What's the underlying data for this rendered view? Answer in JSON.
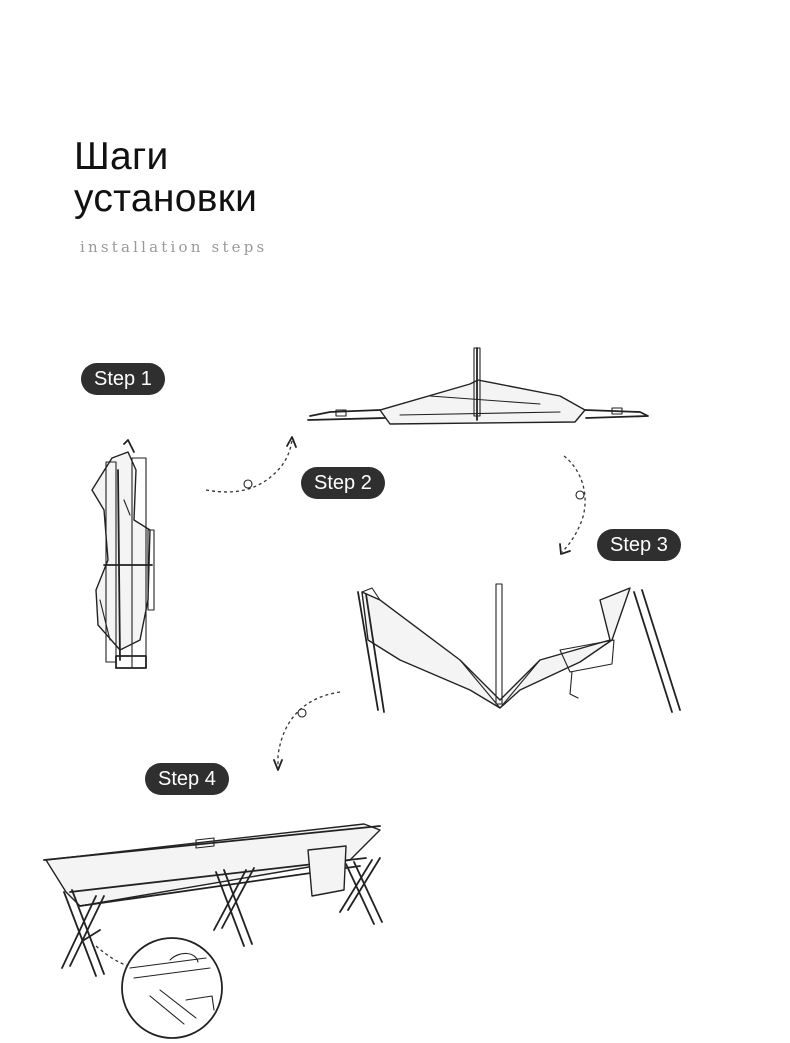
{
  "header": {
    "title_line1": "Шаги",
    "title_line2": "установки",
    "subtitle": "installation steps"
  },
  "steps": [
    {
      "label": "Step 1"
    },
    {
      "label": "Step 2"
    },
    {
      "label": "Step 3"
    },
    {
      "label": "Step 4"
    }
  ],
  "colors": {
    "badge_bg": "#2f2f2f",
    "badge_text": "#ffffff",
    "title": "#111111",
    "subtitle": "#9a9a9a"
  }
}
